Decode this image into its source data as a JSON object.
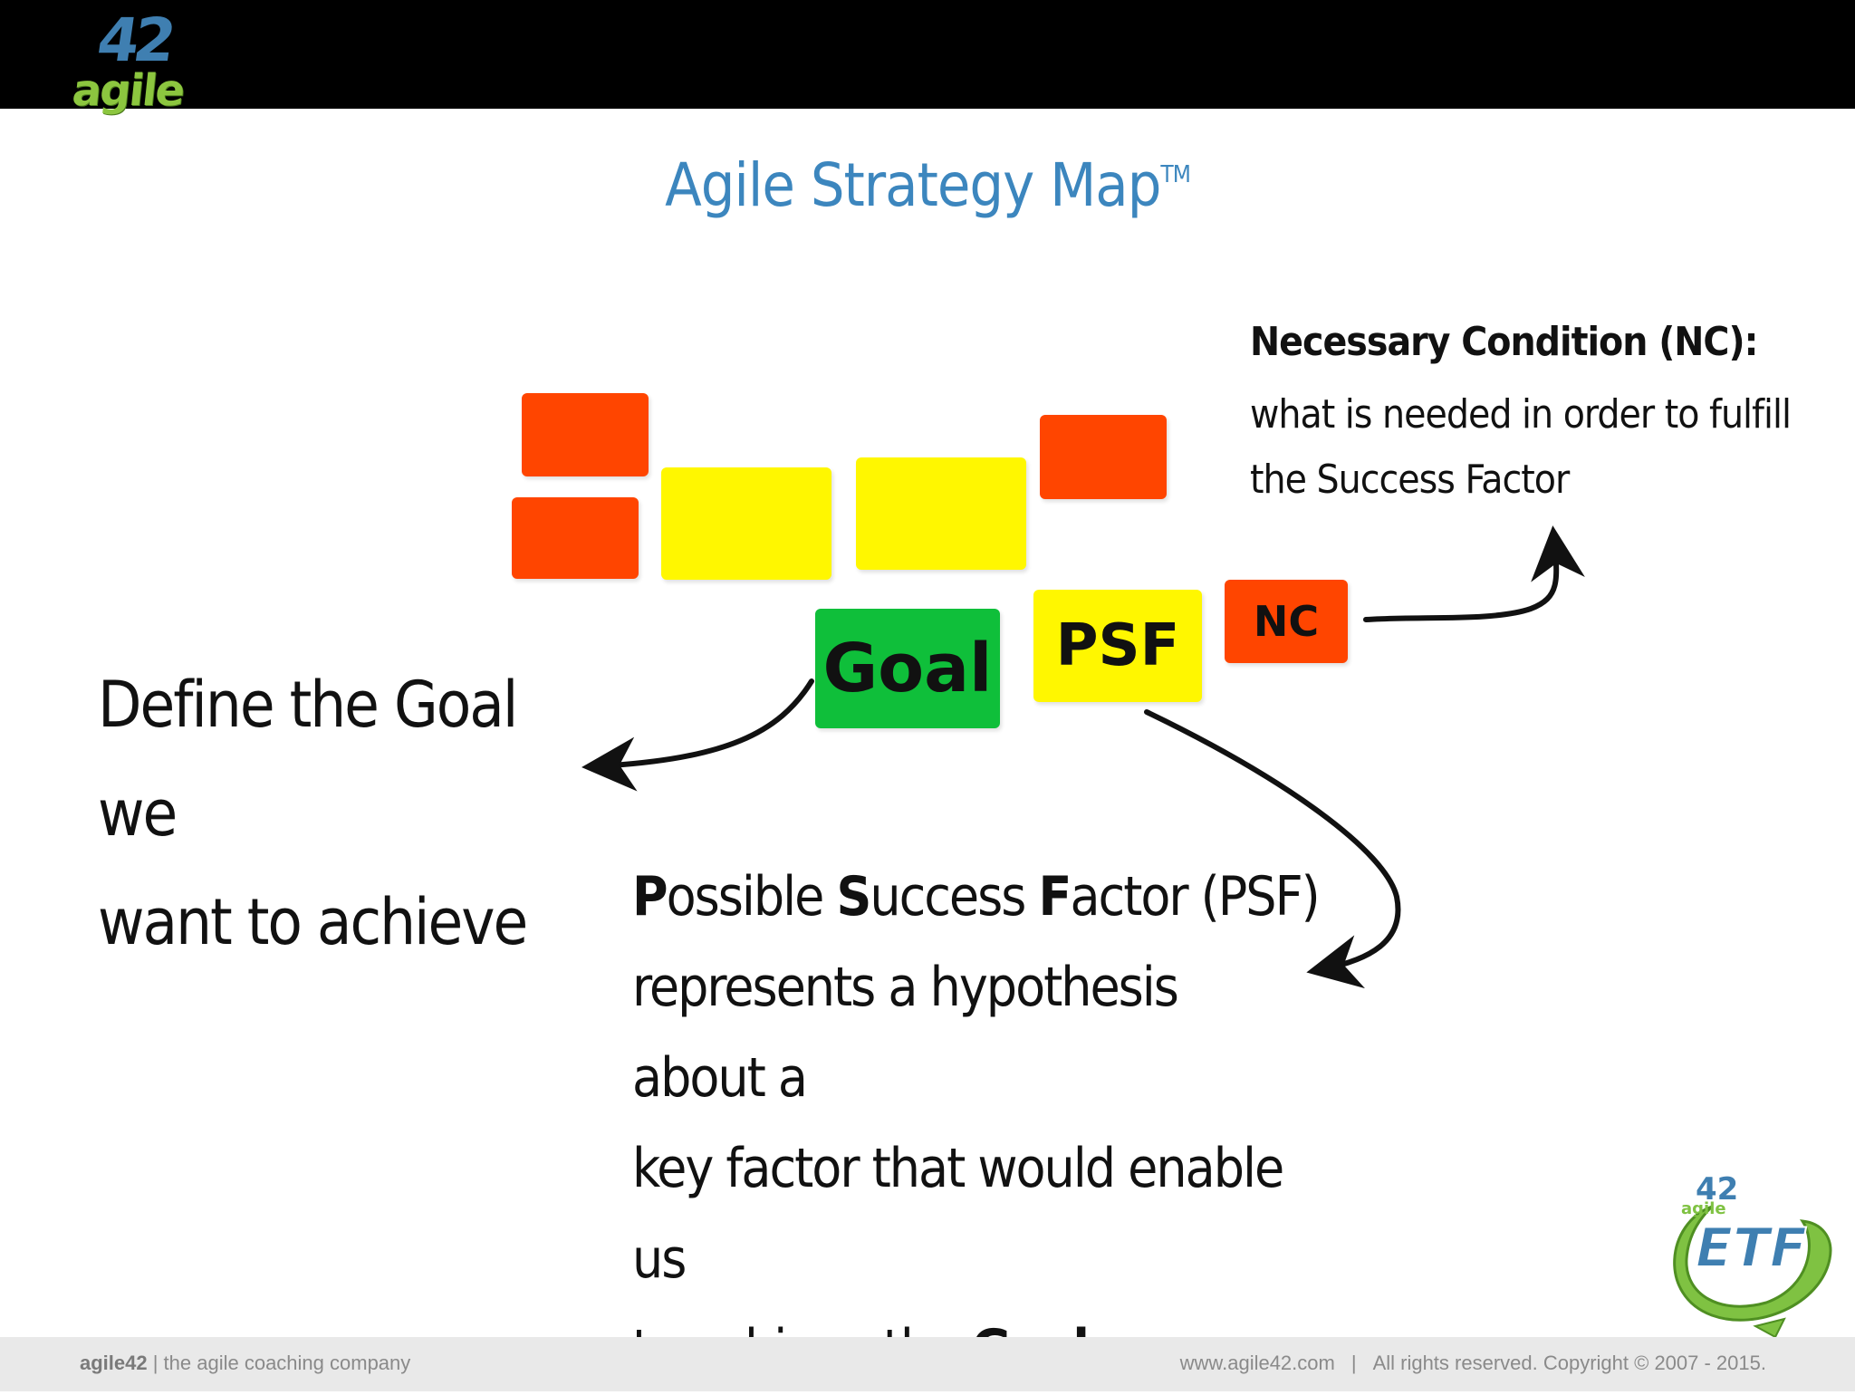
{
  "header": {
    "logo_number": "42",
    "logo_word": "agile"
  },
  "title": {
    "main": "Agile Strategy Map",
    "tm": "TM"
  },
  "stickies": {
    "goal": "Goal",
    "psf": "PSF",
    "nc": "NC"
  },
  "annotations": {
    "nc_heading": "Necessary Condition (NC):",
    "nc_line1": "what is needed in order to fulfill",
    "nc_line2": "the Success Factor",
    "goal_line1": "Define the Goal we",
    "goal_line2": "want to achieve",
    "psf_p": "P",
    "psf_ossible": "ossible ",
    "psf_s": "S",
    "psf_uccess": "uccess ",
    "psf_f": "F",
    "psf_actor": "actor (PSF)",
    "psf_line2": "represents a hypothesis about a",
    "psf_line3": "key factor that would enable us",
    "psf_line4_prefix": "to achieve the ",
    "psf_line4_bold": "Goal"
  },
  "colors": {
    "red": "#ff4500",
    "yellow": "#fff700",
    "green": "#0fbf3a",
    "title_blue": "#3c86be"
  },
  "etf_logo": {
    "number": "42",
    "word": "agile",
    "text": "ETF"
  },
  "footer": {
    "brand": "agile42",
    "tagline": " | the agile coaching company",
    "url": "www.agile42.com",
    "separator": "|",
    "copyright": "All rights reserved. Copyright © 2007 - 2015."
  }
}
